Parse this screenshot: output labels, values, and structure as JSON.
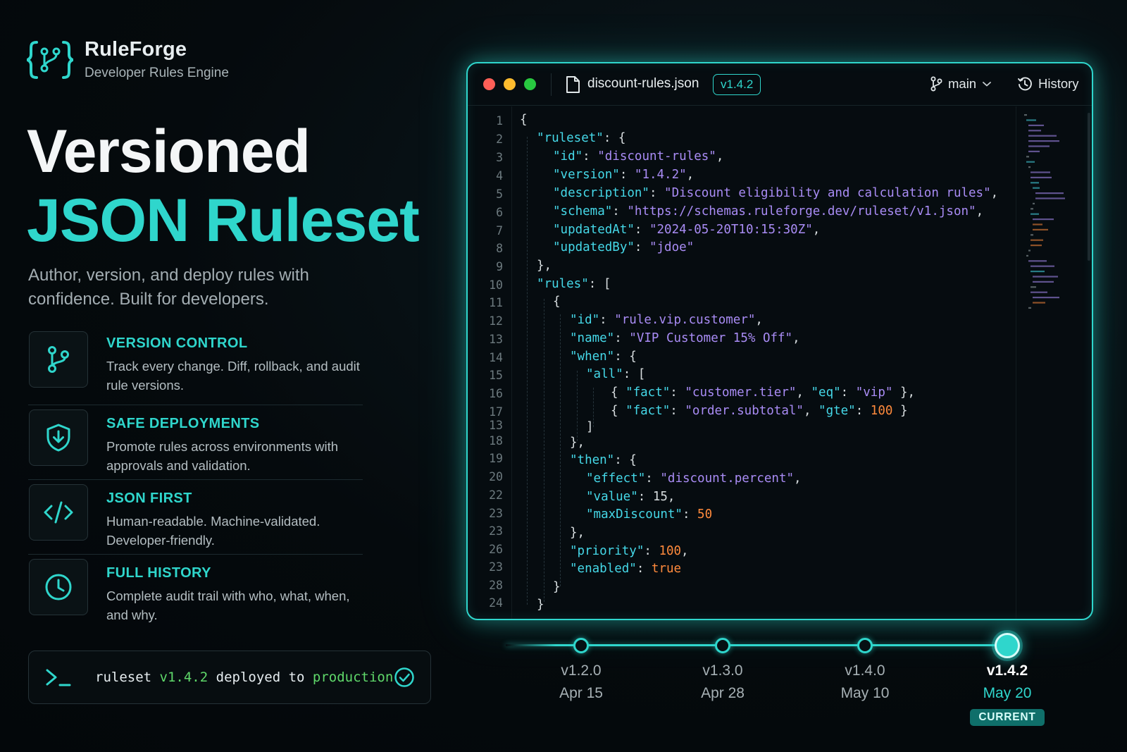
{
  "brand": {
    "name": "RuleForge",
    "tagline": "Developer Rules Engine"
  },
  "hero": {
    "line1": "Versioned",
    "line2": "JSON Ruleset",
    "subtitle": "Author, version, and deploy rules with confidence. Built for developers."
  },
  "features": [
    {
      "icon": "branch-icon",
      "title": "VERSION CONTROL",
      "desc": "Track every change. Diff, rollback, and audit rule versions."
    },
    {
      "icon": "shield-icon",
      "title": "SAFE DEPLOYMENTS",
      "desc": "Promote rules across environments with approvals and validation."
    },
    {
      "icon": "code-icon",
      "title": "JSON FIRST",
      "desc": "Human-readable. Machine-validated. Developer-friendly."
    },
    {
      "icon": "clock-icon",
      "title": "FULL HISTORY",
      "desc": "Complete audit trail with who, what, when, and why."
    }
  ],
  "deploy": {
    "word1": "ruleset",
    "version": "v1.4.2",
    "word2": "deployed to",
    "env": "production"
  },
  "editor": {
    "file_name": "discount-rules.json",
    "version_badge": "v1.4.2",
    "branch": "main",
    "history_label": "History",
    "line_numbers": [
      "1",
      "2",
      "3",
      "4",
      "5",
      "6",
      "7",
      "8",
      "9",
      "10",
      "11",
      "12",
      "13",
      "14",
      "15",
      "16",
      "17",
      "13",
      "18",
      "19",
      "20",
      "22",
      "23",
      "23",
      "26",
      "23",
      "28",
      "24"
    ],
    "code": {
      "l1": "{",
      "l2_key": "\"ruleset\"",
      "l2_rest": ": {",
      "l3_key": "\"id\"",
      "l3_sep": ": ",
      "l3_val": "\"discount-rules\"",
      "l3_end": ",",
      "l4_key": "\"version\"",
      "l4_sep": ": ",
      "l4_val": "\"1.4.2\"",
      "l4_end": ",",
      "l5_key": "\"description\"",
      "l5_sep": ": ",
      "l5_val": "\"Discount eligibility and calculation rules\"",
      "l5_end": ",",
      "l6_key": "\"schema\"",
      "l6_sep": ": ",
      "l6_val": "\"https://schemas.ruleforge.dev/ruleset/v1.json\"",
      "l6_end": ",",
      "l7_key": "\"updatedAt\"",
      "l7_sep": ": ",
      "l7_val": "\"2024-05-20T10:15:30Z\"",
      "l7_end": ",",
      "l8_key": "\"updatedBy\"",
      "l8_sep": ": ",
      "l8_val": "\"jdoe\"",
      "l9": "},",
      "l10_key": "\"rules\"",
      "l10_rest": ": [",
      "l11": "{",
      "l12_key": "\"id\"",
      "l12_sep": ": ",
      "l12_val": "\"rule.vip.customer\"",
      "l12_end": ",",
      "l13_key": "\"name\"",
      "l13_sep": ": ",
      "l13_val": "\"VIP Customer 15% Off\"",
      "l13_end": ",",
      "l14_key": "\"when\"",
      "l14_rest": ": {",
      "l15_key": "\"all\"",
      "l15_rest": ": [",
      "l16_open": "{ ",
      "l16_k1": "\"fact\"",
      "l16_s1": ": ",
      "l16_v1": "\"customer.tier\"",
      "l16_c": ", ",
      "l16_k2": "\"eq\"",
      "l16_s2": ": ",
      "l16_v2": "\"vip\"",
      "l16_close": " },",
      "l17_open": "{ ",
      "l17_k1": "\"fact\"",
      "l17_s1": ": ",
      "l17_v1": "\"order.subtotal\"",
      "l17_c": ", ",
      "l17_k2": "\"gte\"",
      "l17_s2": ": ",
      "l17_v2": "100",
      "l17_close": " }",
      "l18": "]",
      "l19": "},",
      "l20_key": "\"then\"",
      "l20_rest": ": {",
      "l21_key": "\"effect\"",
      "l21_sep": ": ",
      "l21_val": "\"discount.percent\"",
      "l21_end": ",",
      "l22_key": "\"value\"",
      "l22_rest": ": 15,",
      "l23_key": "\"maxDiscount\"",
      "l23_sep": ": ",
      "l23_val": "50",
      "l24": "},",
      "l25_key": "\"priority\"",
      "l25_sep": ": ",
      "l25_val": "100",
      "l25_end": ",",
      "l26_key": "\"enabled\"",
      "l26_sep": ": ",
      "l26_val": "true",
      "l27": "}",
      "l28": "}"
    }
  },
  "timeline": [
    {
      "version": "v1.2.0",
      "date": "Apr 15"
    },
    {
      "version": "v1.3.0",
      "date": "Apr 28"
    },
    {
      "version": "v1.4.0",
      "date": "May 10"
    },
    {
      "version": "v1.4.2",
      "date": "May 20",
      "badge": "CURRENT"
    }
  ],
  "colors": {
    "accent": "#2fd6cc",
    "key": "#45d8e8",
    "string": "#a98cf5",
    "number": "#ff8a3c",
    "success": "#5fd86a"
  }
}
